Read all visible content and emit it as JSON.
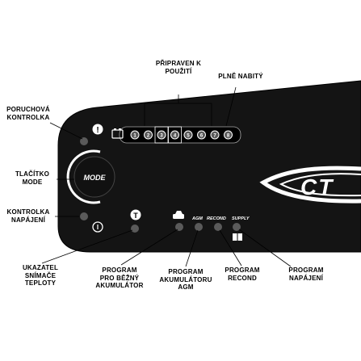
{
  "labels": {
    "pripraven": [
      "PŘIPRAVEN K",
      "POUŽITÍ"
    ],
    "plne_nabity": [
      "PLNĚ NABITÝ"
    ],
    "porucha": [
      "PORUCHOVÁ",
      "KONTROLKA"
    ],
    "tlacitko": [
      "TLAČÍTKO",
      "MODE"
    ],
    "napajeni": [
      "KONTROLKA",
      "NAPÁJENÍ"
    ],
    "teplota": [
      "UKAZATEL",
      "SNÍMAČE",
      "TEPLOTY"
    ],
    "bezny": [
      "PROGRAM",
      "PRO BĚŽNÝ",
      "AKUMULÁTOR"
    ],
    "agm": [
      "PROGRAM",
      "AKUMULÁTORU",
      "AGM"
    ],
    "recond": [
      "PROGRAM",
      "RECOND"
    ],
    "supply": [
      "PROGRAM",
      "NAPÁJENÍ"
    ]
  },
  "panel": {
    "mode_button": "MODE",
    "brand": "CT",
    "temp_icon": "T",
    "fault_icon": "!",
    "power_icon": "I",
    "program_agm": "AGM",
    "program_recond": "RECOND",
    "program_supply": "SUPPLY",
    "steps": [
      "1",
      "2",
      "3",
      "4",
      "5",
      "6",
      "7",
      "8"
    ]
  },
  "icons": [
    "fault-icon",
    "power-icon",
    "temperature-icon",
    "car-icon",
    "book-icon",
    "battery-icon"
  ],
  "colors": {
    "panel": "#141414",
    "led_off": "#5a5a5a",
    "bg": "#ffffff",
    "text": "#000000"
  }
}
